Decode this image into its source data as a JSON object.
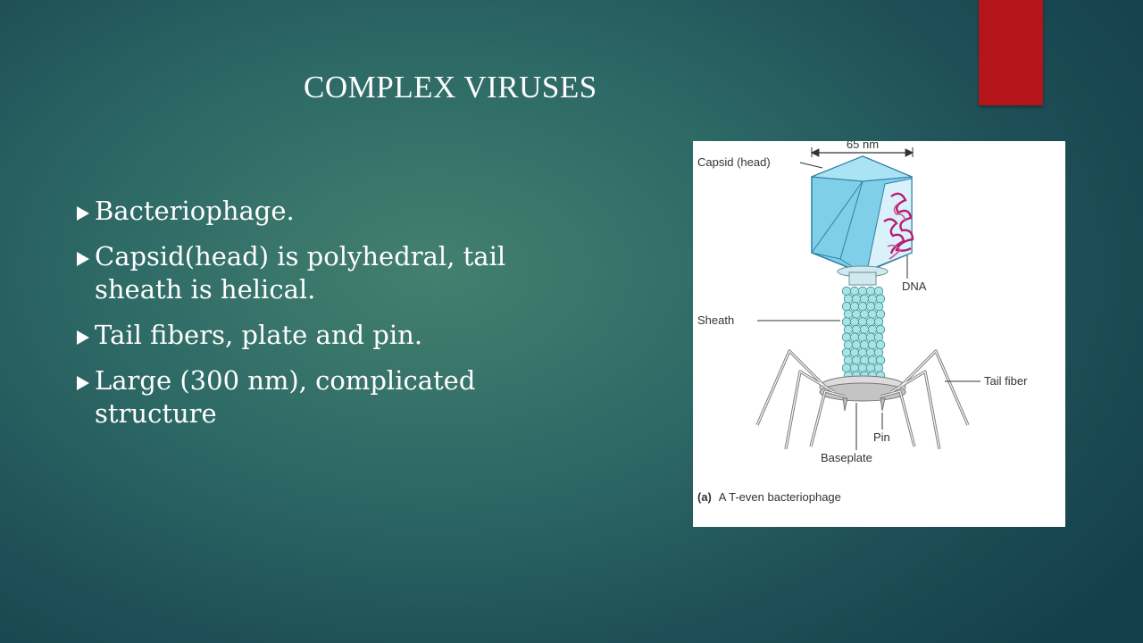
{
  "slide": {
    "title": "COMPLEX VIRUSES",
    "bullets": [
      "Bacteriophage.",
      "Capsid(head) is polyhedral, tail sheath is helical.",
      "Tail fibers, plate and pin.",
      "Large (300 nm), complicated structure"
    ],
    "accent_color": "#b3151a",
    "bullet_icon": "arrowhead-bullet-icon"
  },
  "figure": {
    "scale_label": "65 nm",
    "labels": {
      "capsid": "Capsid (head)",
      "dna": "DNA",
      "sheath": "Sheath",
      "tail_fiber": "Tail fiber",
      "pin": "Pin",
      "baseplate": "Baseplate"
    },
    "caption_prefix": "(a)",
    "caption_text": "A T-even bacteriophage",
    "colors": {
      "capsid": "#7fcfe9",
      "sheath": "#a8e3e6",
      "dna": "#b81d74"
    }
  }
}
